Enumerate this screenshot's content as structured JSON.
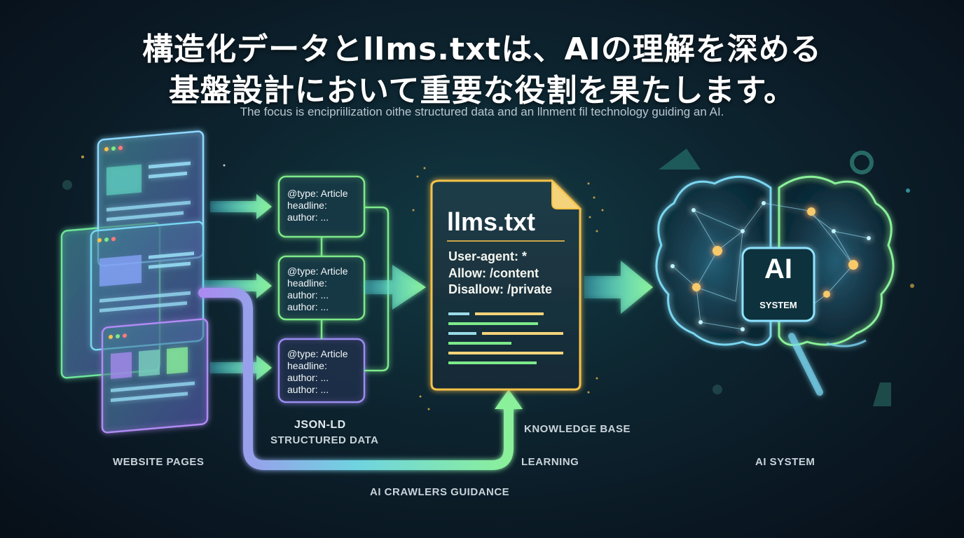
{
  "title_line1": "構造化データとllms.txtは、AIの理解を深める",
  "title_line2": "基盤設計において重要な役割を果たします。",
  "subtitle": "The focus is encipriilization oithe structured data and an llnment fil technology guiding an AI.",
  "json_cards": [
    {
      "lines": [
        "@type: Article",
        "headline:",
        "author: ..."
      ]
    },
    {
      "lines": [
        "@type: Article",
        "headline:",
        "author: ...",
        "author: ..."
      ]
    },
    {
      "lines": [
        "@type: Article",
        "headline:",
        "author: ...",
        "author: ..."
      ]
    }
  ],
  "llms": {
    "title": "llms.txt",
    "lines": [
      "User-agent: *",
      "Allow: /content",
      "Disallow: /private"
    ]
  },
  "ai_badge": {
    "big": "AI",
    "small": "SYSTEM"
  },
  "labels": {
    "website_pages": "WEBSITE PAGES",
    "json_ld": "JSON-LD",
    "structured_data": "STRUCTURED DATA",
    "knowledge_base": "KNOWLEDGE BASE",
    "learning": "LEARNING",
    "ai_system": "AI SYSTEM",
    "ai_crawlers": "AI CRAWLERS GUIDANCE"
  },
  "colors": {
    "accent_green": "#7dea8a",
    "accent_cyan": "#4fd6e6",
    "accent_purple": "#a98bf0",
    "accent_gold": "#f5c24a"
  }
}
